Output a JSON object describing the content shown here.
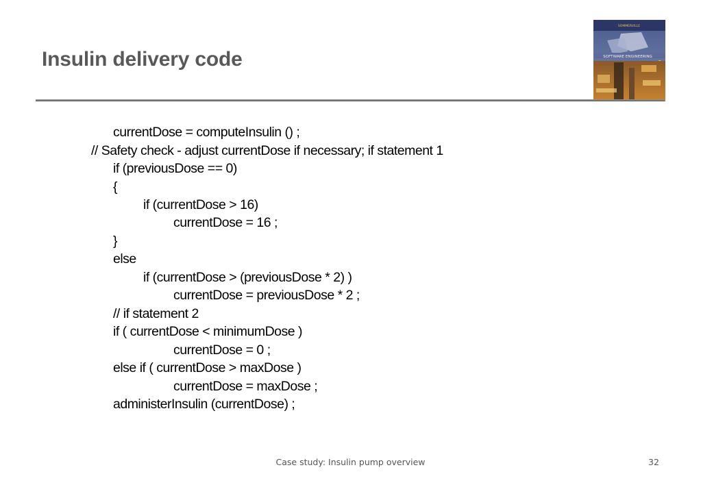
{
  "slide": {
    "title": "Insulin delivery code",
    "footer": "Case study: Insulin pump overview",
    "page_number": "32"
  },
  "book_cover": {
    "author": "SOMMERVILLE",
    "title": "SOFTWARE ENGINEERING",
    "edition": "9"
  },
  "code": {
    "lines": [
      "currentDose = computeInsulin () ;",
      "// Safety check - adjust currentDose if necessary; if statement 1",
      "if (previousDose == 0)",
      "{",
      "if (currentDose > 16)",
      "currentDose = 16 ;",
      "}",
      "else",
      "if (currentDose > (previousDose * 2) )",
      "currentDose = previousDose * 2 ;",
      "// if statement 2",
      "if ( currentDose < minimumDose )",
      "currentDose = 0 ;",
      "else if ( currentDose > maxDose )",
      "currentDose = maxDose ;",
      "administerInsulin (currentDose) ;"
    ]
  }
}
